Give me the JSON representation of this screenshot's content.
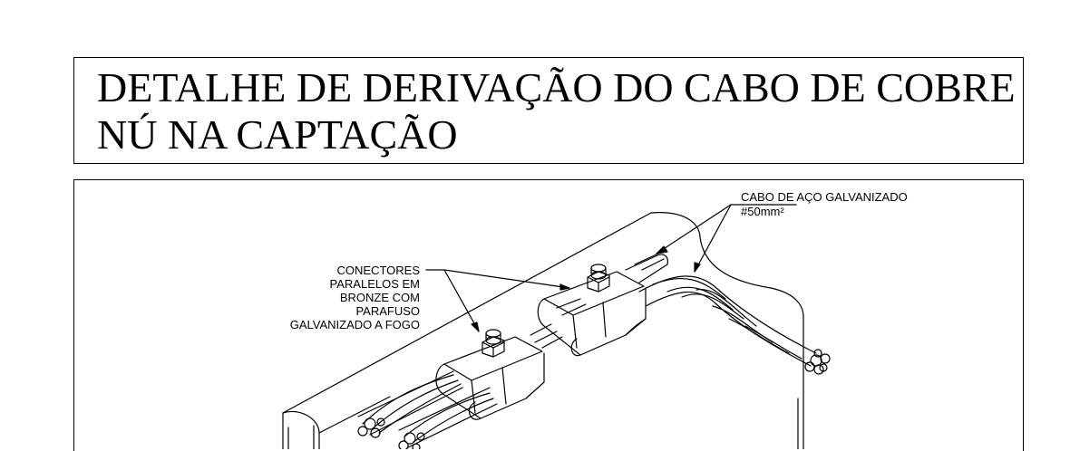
{
  "title": {
    "line1": "DETALHE DE DERIVAÇÃO DO CABO DE COBRE",
    "line2": "NÚ NA CAPTAÇÃO"
  },
  "labels": {
    "cable": [
      "CABO DE AÇO GALVANIZADO",
      "#50mm²"
    ],
    "connectors": [
      "CONECTORES",
      "PARALELOS EM",
      "BRONZE COM",
      "PARAFUSO",
      "GALVANIZADO A FOGO"
    ]
  }
}
